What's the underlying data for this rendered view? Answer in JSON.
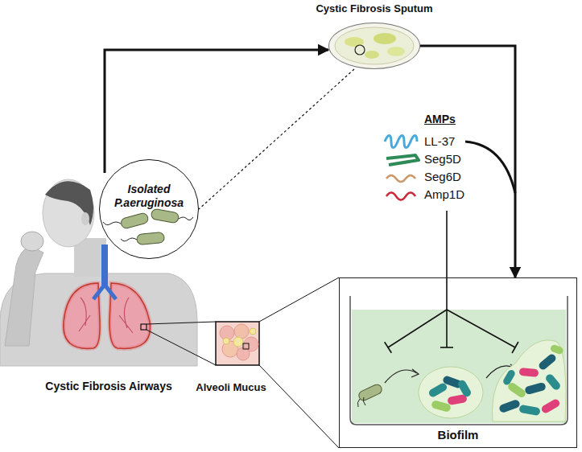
{
  "diagram": {
    "nodes": [
      {
        "text": [
          "Cystic Fibrosis Sputum"
        ]
      },
      {
        "text": [
          "Isolated P.aeruginosa"
        ]
      },
      {
        "text": [
          "Cystic Fibrosis Airways"
        ]
      },
      {
        "text": [
          "Alveoli Mucus"
        ]
      },
      {
        "text": [
          "Biofilm"
        ]
      }
    ],
    "edges": [
      {
        "from": 2,
        "to": 0,
        "arrow": "to"
      },
      {
        "from": 0,
        "to": 4,
        "arrow": "to"
      },
      {
        "from": 0,
        "to": 1,
        "arrow": "none"
      }
    ],
    "labels": [
      "AMPs",
      "LL-37",
      "Seg5D",
      "Seg6D",
      "Amp1D"
    ]
  }
}
